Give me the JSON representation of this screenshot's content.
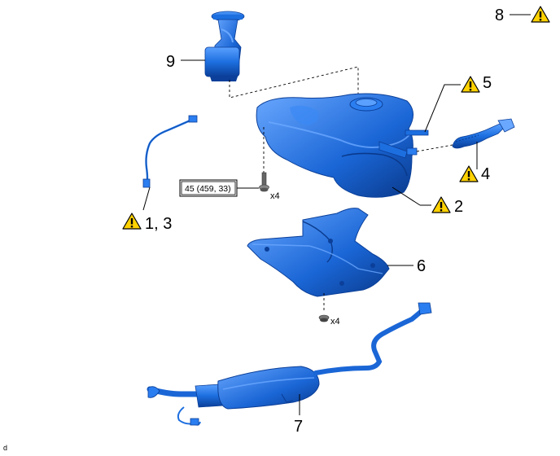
{
  "callouts": {
    "c1": "1, 3",
    "c2": "2",
    "c4": "4",
    "c5": "5",
    "c6": "6",
    "c7": "7",
    "c8": "8",
    "c9": "9"
  },
  "torque_spec": "45 (459, 33)",
  "quantity_bolts": "x4",
  "quantity_nuts": "x4",
  "corner_code": "d",
  "icons": {
    "warning": "warning-triangle-icon"
  },
  "colors": {
    "part_fill": "#1d6fe0",
    "part_dark": "#0b3f99",
    "part_light": "#6aa8ff",
    "warning_fill": "#ffd200"
  }
}
